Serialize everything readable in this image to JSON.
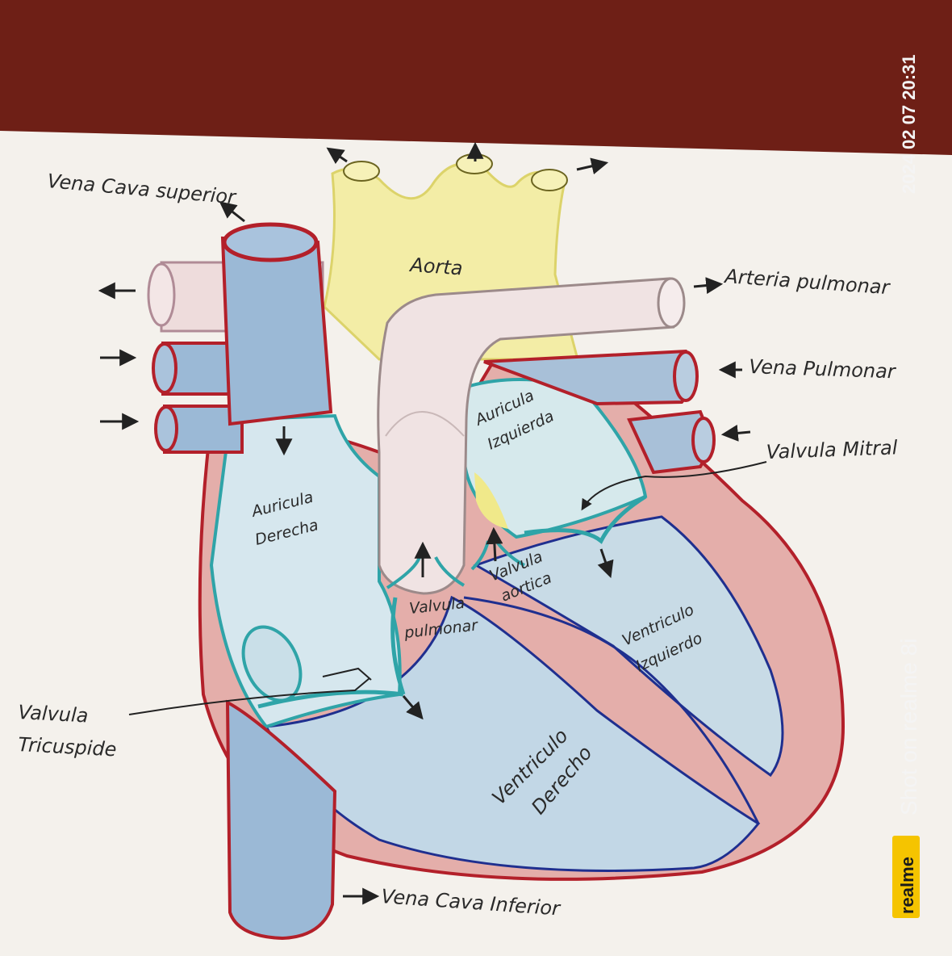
{
  "labels": {
    "vena_cava_superior": "Vena Cava superior",
    "aorta": "Aorta",
    "arteria_pulmonar": "Arteria pulmonar",
    "vena_pulmonar": "Vena Pulmonar",
    "auricula_izquierda_1": "Auricula",
    "auricula_izquierda_2": "Izquierda",
    "valvula_mitral": "Valvula Mitral",
    "auricula_derecha_1": "Auricula",
    "auricula_derecha_2": "Derecha",
    "valvula_aortica_1": "Valvula",
    "valvula_aortica_2": "aortica",
    "valvula_pulmonar_1": "Valvula",
    "valvula_pulmonar_2": "pulmonar",
    "ventriculo_izquierdo_1": "Ventriculo",
    "ventriculo_izquierdo_2": "Izquierdo",
    "valvula_tricuspide_1": "Valvula",
    "valvula_tricuspide_2": "Tricuspide",
    "ventriculo_derecho_1": "Ventriculo",
    "ventriculo_derecho_2": "Derecho",
    "vena_cava_inferior": "Vena Cava Inferior"
  },
  "watermark": {
    "timestamp": "2024 02 07 20:31",
    "shot_on": "Shot on realme 8i",
    "brand": "realme"
  },
  "colors": {
    "table": "#6e1f16",
    "paper": "#f4f1ec",
    "vein_blue": "#9bb9d6",
    "aorta_yellow": "#f3eda6",
    "pulmonary_pink": "#eedcdc",
    "myocardium": "#e4aeaa",
    "chamber_light": "#d6e7ee",
    "outline_red": "#b3202a",
    "valve_teal": "#2fa4a8",
    "septum_navy": "#1f2f8f",
    "brand_yellow": "#f5c400"
  }
}
